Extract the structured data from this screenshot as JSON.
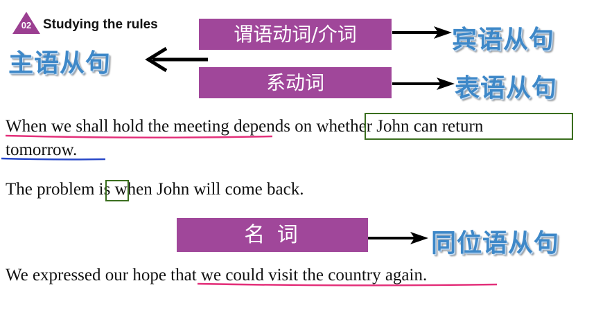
{
  "header": {
    "badge_number": "02",
    "title": "Studying the rules"
  },
  "boxes": {
    "predicate_prep": "谓语动词/介词",
    "linking_verb": "系动词",
    "noun": "名 词"
  },
  "labels": {
    "subject_clause": "主语从句",
    "object_clause": "宾语从句",
    "predicative_clause": "表语从句",
    "appositive_clause": "同位语从句"
  },
  "sentences": {
    "s1_line1": "When we shall hold the meeting depends on whether John can return",
    "s1_line2": "tomorrow.",
    "s2": "The problem is when John will come back.",
    "s3": "We expressed our hope that we could visit the country again."
  },
  "colors": {
    "purple": "#a0479a",
    "blue_text": "#3e88c8",
    "pink_line": "#e3307a",
    "blue_line": "#2848c8",
    "green_box": "#3a6e1e"
  }
}
